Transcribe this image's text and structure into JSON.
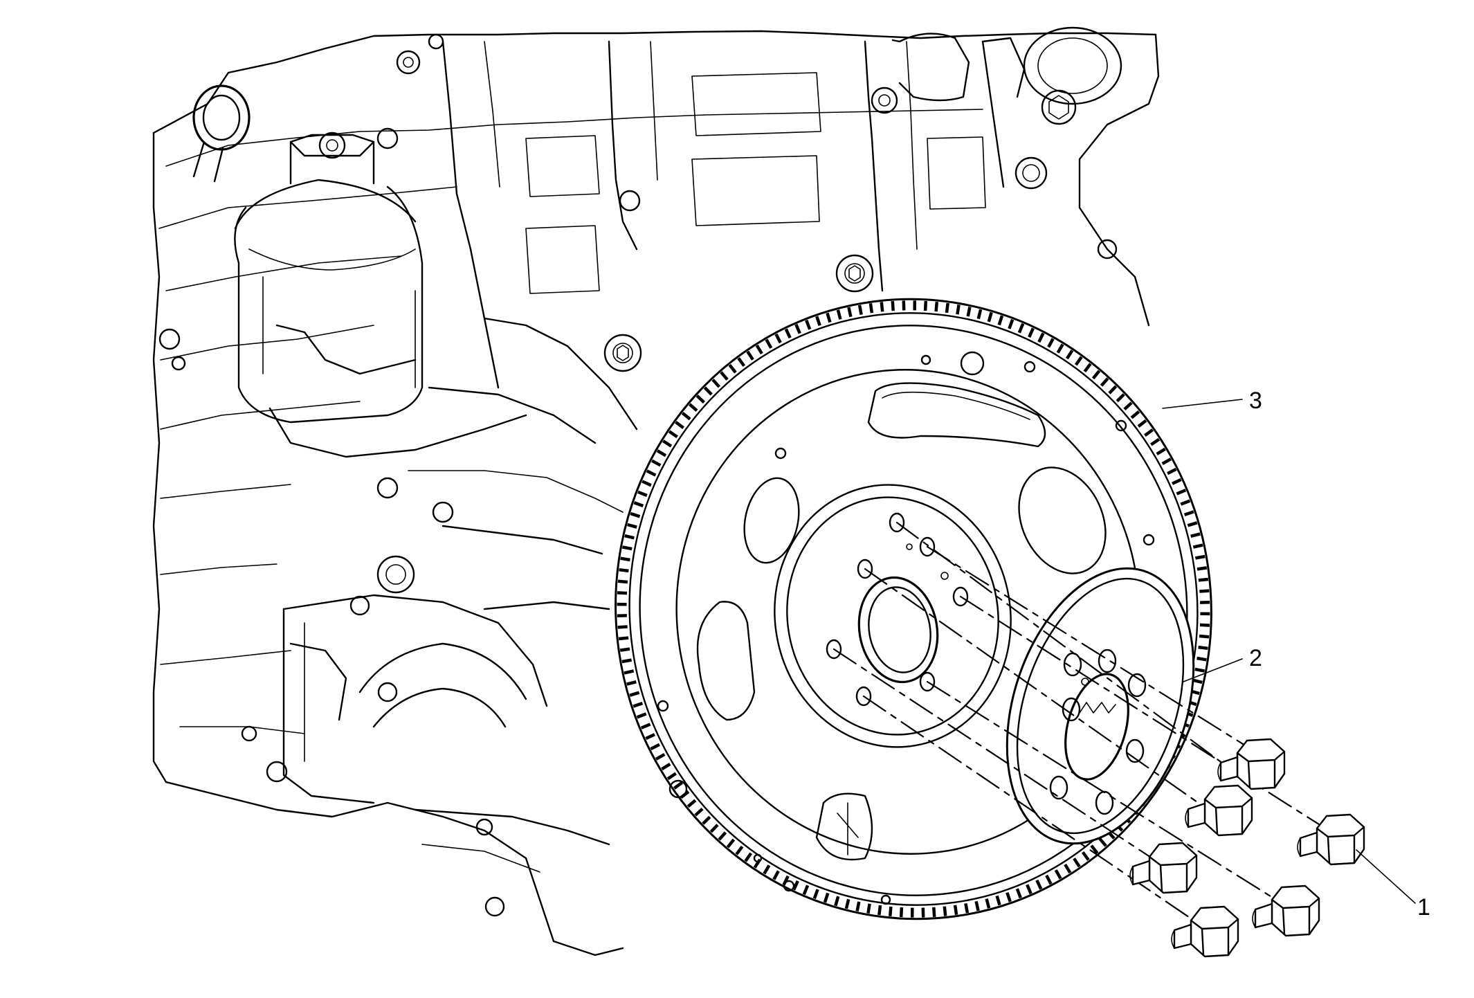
{
  "callouts": [
    {
      "id": "bolts",
      "label": "1"
    },
    {
      "id": "flywheel-reinforcement",
      "label": "2"
    },
    {
      "id": "flywheel",
      "label": "3"
    }
  ]
}
